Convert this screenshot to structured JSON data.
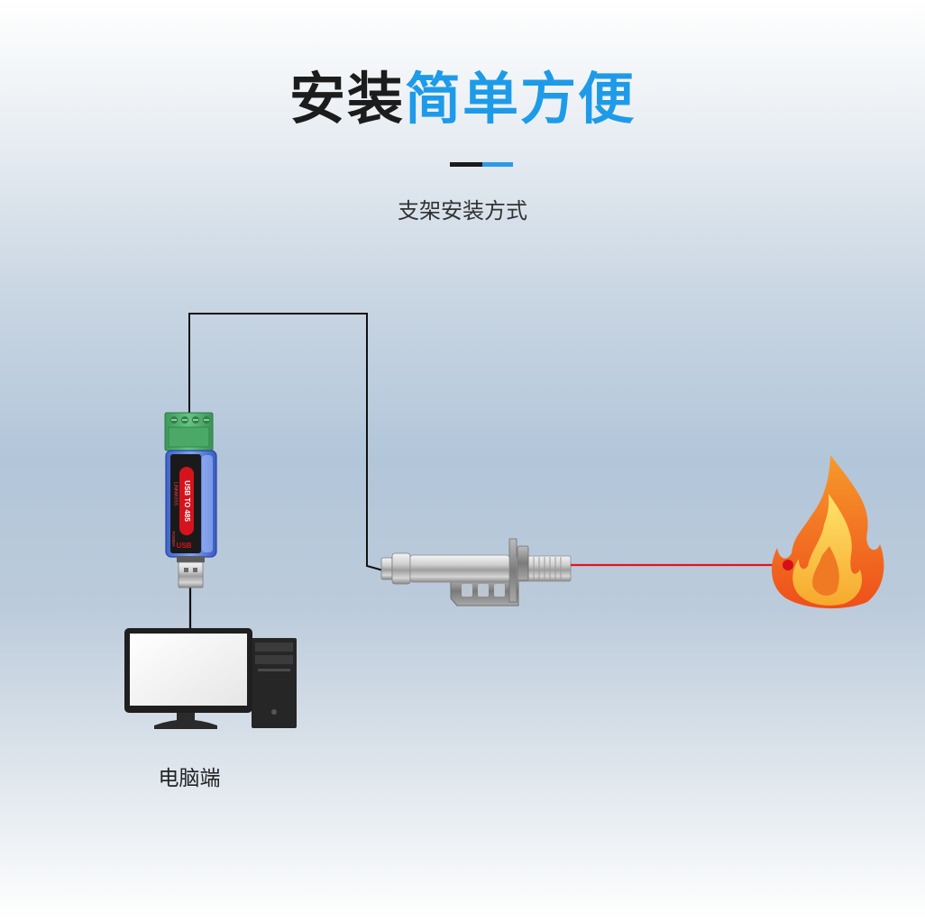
{
  "header": {
    "title_dark": "安装",
    "title_blue": "简单方便",
    "subtitle": "支架安装方式"
  },
  "diagram": {
    "pc_label": "电脑端",
    "converter": {
      "main_text": "USB TO 485",
      "brand": "USB",
      "power_label": "POWER",
      "side_label": "LINKMOSS"
    },
    "colors": {
      "title_blue": "#1e9be8",
      "title_dark": "#1c1c1c",
      "terminal_green": "#4caf6a",
      "converter_red": "#d6131d",
      "laser_red": "#e8141a",
      "flame_orange": "#f0641f",
      "flame_yellow": "#fbd23c"
    }
  }
}
